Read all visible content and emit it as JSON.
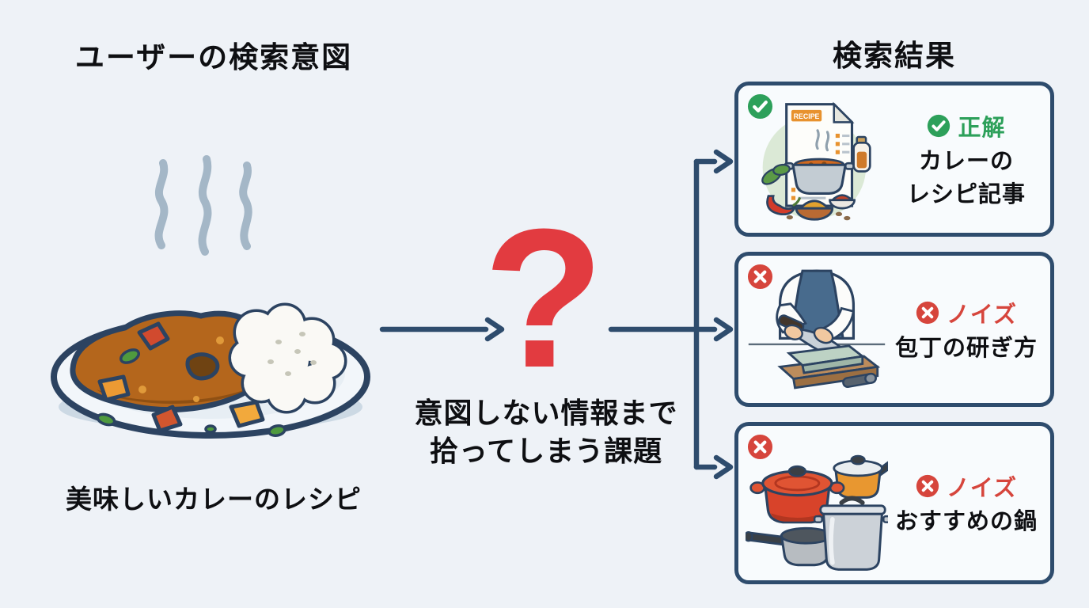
{
  "colors": {
    "background": "#eef2f7",
    "card_background": "#f8fbfd",
    "outline_navy": "#2e4c6d",
    "arrow_navy": "#2e4c6d",
    "correct_green": "#2da05a",
    "noise_red": "#d6453c",
    "question_red": "#e23b40",
    "text_black": "#0e0f12"
  },
  "icons": {
    "check_circle": "✓",
    "x_circle": "✕",
    "question_mark": "?"
  },
  "left": {
    "title": "ユーザーの検索意図",
    "caption": "美味しいカレーのレシピ",
    "illustration": "curry-rice-plate-with-steam"
  },
  "middle": {
    "question_mark": "?",
    "problem_line1": "意図しない情報まで",
    "problem_line2": "拾ってしまう課題"
  },
  "right": {
    "title": "検索結果",
    "cards": [
      {
        "status": "correct",
        "label": "正解",
        "line1": "カレーの",
        "line2": "レシピ記事",
        "doc_badge_text": "RECIPE",
        "illustration": "curry-recipe-article"
      },
      {
        "status": "noise",
        "label": "ノイズ",
        "line1": "包丁の研ぎ方",
        "line2": "",
        "illustration": "knife-sharpening"
      },
      {
        "status": "noise",
        "label": "ノイズ",
        "line1": "おすすめの鍋",
        "line2": "",
        "illustration": "recommended-pots"
      }
    ]
  }
}
